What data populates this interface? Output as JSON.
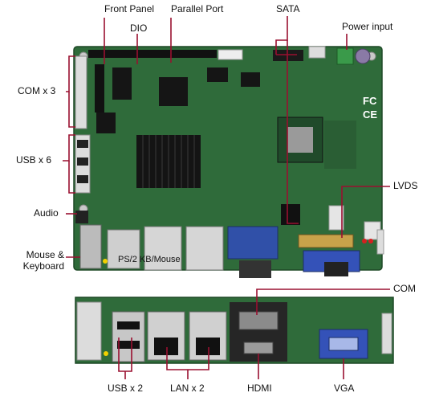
{
  "labels": {
    "front_panel": "Front Panel",
    "parallel_port": "Parallel Port",
    "sata": "SATA",
    "power_input": "Power input",
    "dio": "DIO",
    "com_x3": "COM x 3",
    "usb_x6": "USB x 6",
    "audio": "Audio",
    "mouse_keyboard": "Mouse & Keyboard",
    "lvds": "LVDS",
    "com": "COM",
    "usb_x2": "USB x 2",
    "lan_x2": "LAN x 2",
    "hdmi": "HDMI",
    "vga": "VGA"
  },
  "board_markings": {
    "ps2": "PS/2 KB/Mouse",
    "fc": "FC",
    "ce": "CE"
  },
  "colors": {
    "board": "#2f6b3a",
    "board_dark": "#234f2b",
    "leader_line": "#9a1030",
    "label_text": "#111111"
  }
}
